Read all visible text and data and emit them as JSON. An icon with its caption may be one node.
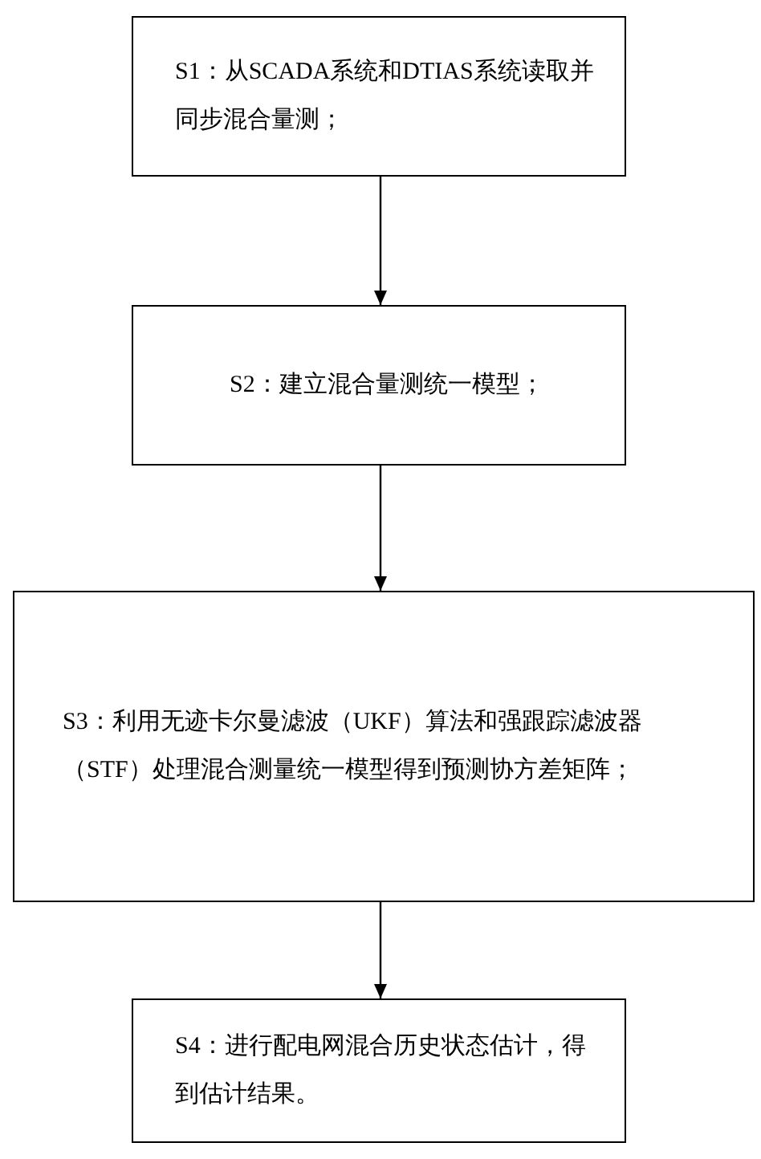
{
  "diagram": {
    "nodes": [
      {
        "text": [
          "S1：从SCADA系统和DTIAS系统读取并同步混合量测；"
        ]
      },
      {
        "text": [
          "S2：建立混合量测统一模型；"
        ]
      },
      {
        "text": [
          "S3：利用无迹卡尔曼滤波（UKF）算法和强跟踪滤波器（STF）处理混合测量统一模型得到预测协方差矩阵；"
        ]
      },
      {
        "text": [
          "S4：进行配电网混合历史状态估计，得到估计结果。"
        ]
      }
    ],
    "edges": [
      {
        "from": 0,
        "to": 1,
        "arrow": "to"
      },
      {
        "from": 1,
        "to": 2,
        "arrow": "to"
      },
      {
        "from": 2,
        "to": 3,
        "arrow": "to"
      }
    ]
  }
}
